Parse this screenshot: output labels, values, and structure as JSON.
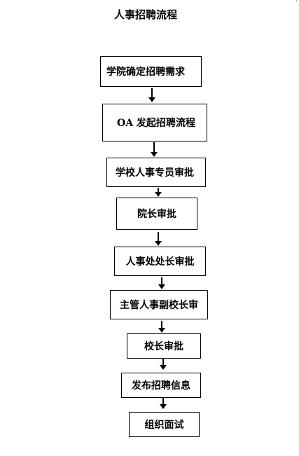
{
  "title": "人事招聘流程",
  "steps": [
    "学院确定招聘需求",
    "OA 发起招聘流程",
    "学校人事专员审批",
    "院长审批",
    "人事处处长审批",
    "主管人事副校长审",
    "校长审批",
    "发布招聘信息",
    "组织面试"
  ]
}
